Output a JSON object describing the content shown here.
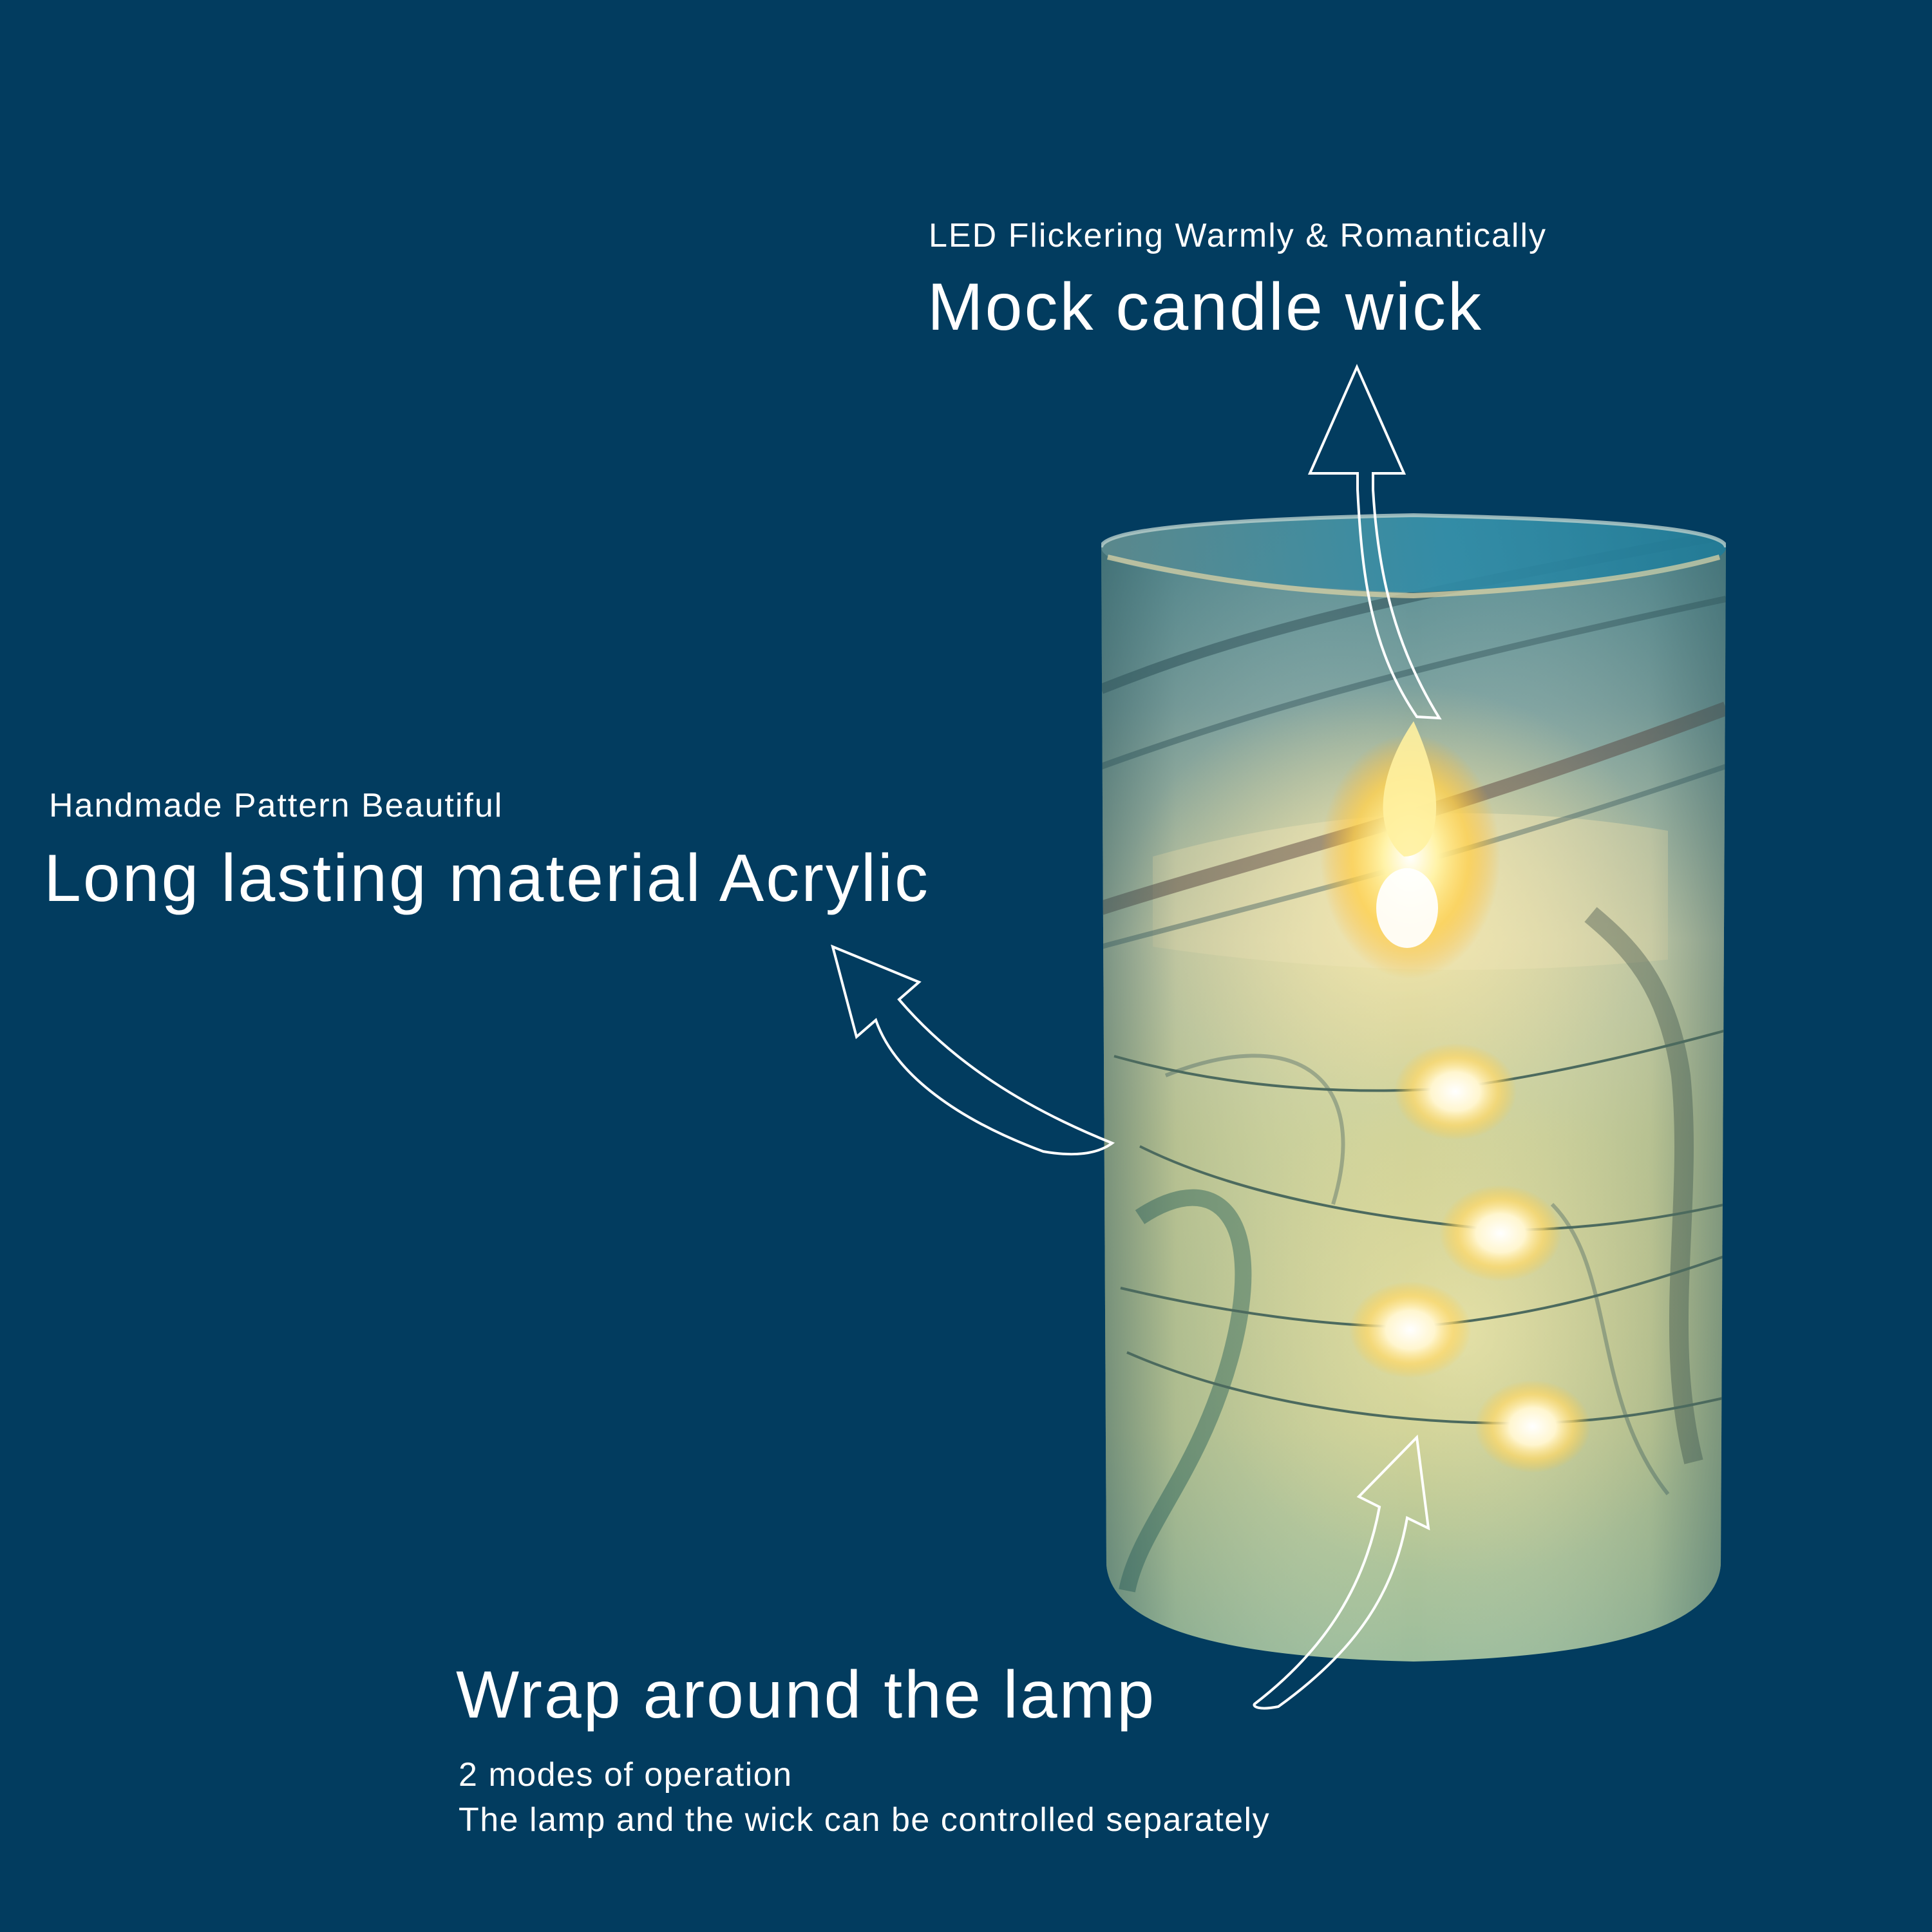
{
  "background_color": "#023c5f",
  "callouts": {
    "wick": {
      "subtitle": "LED Flickering Warmly & Romantically",
      "title": "Mock candle wick"
    },
    "material": {
      "subtitle": "Handmade Pattern Beautiful",
      "title": "Long lasting material Acrylic"
    },
    "lights": {
      "title": "Wrap around the lamp",
      "lines": [
        "2 modes of operation",
        "The lamp and the wick can be controlled separately"
      ]
    }
  },
  "product": {
    "name": "flameless-led-candle-with-string-lights",
    "led_count": 4,
    "colors": {
      "glass_top": "#3f7f8c",
      "glass_mid": "#c6cf9a",
      "glass_bottom": "#9ebd9a",
      "flame": "#ffd86a",
      "led_glow": "#fff4c2",
      "swirl_dark": "#2d4e55"
    }
  }
}
